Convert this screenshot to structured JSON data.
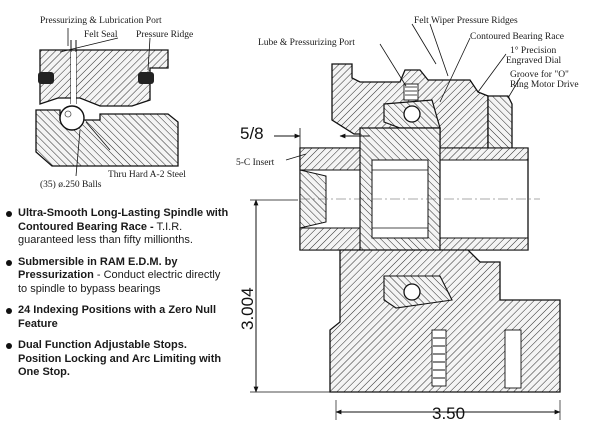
{
  "detail": {
    "labels": {
      "port": "Pressurizing & Lubrication Port",
      "felt_seal": "Felt Seal",
      "pressure_ridge": "Pressure Ridge",
      "steel": "Thru Hard A-2 Steel",
      "balls": "(35) ø.250 Balls"
    }
  },
  "section": {
    "labels": {
      "felt_wiper": "Felt Wiper Pressure Ridges",
      "lube_port": "Lube & Pressurizing Port",
      "race": "Contoured Bearing Race",
      "dial_line1": "1° Precision",
      "dial_line2": "Engraved Dial",
      "groove_line1": "Groove for \"O\"",
      "groove_line2": "Ring Motor Drive",
      "insert": "5-C Insert"
    },
    "dimensions": {
      "five_eighths": "5/8",
      "height": "3.004",
      "width": "3.50"
    }
  },
  "features": [
    {
      "bold": "Ultra-Smooth Long-Lasting Spindle with Contoured Bearing Race -",
      "text": " T.I.R. guaranteed less than fifty millionths."
    },
    {
      "bold": "Submersible in RAM E.D.M. by Pressurization",
      "text": " - Conduct electric directly to spindle to bypass bearings"
    },
    {
      "bold": "24 Indexing Positions with a Zero Null Feature",
      "text": ""
    },
    {
      "bold": "Dual Function Adjustable Stops. Position Locking and Arc Limiting with One Stop.",
      "text": ""
    }
  ],
  "colors": {
    "ink": "#1a1a1a",
    "paper": "#ffffff"
  }
}
